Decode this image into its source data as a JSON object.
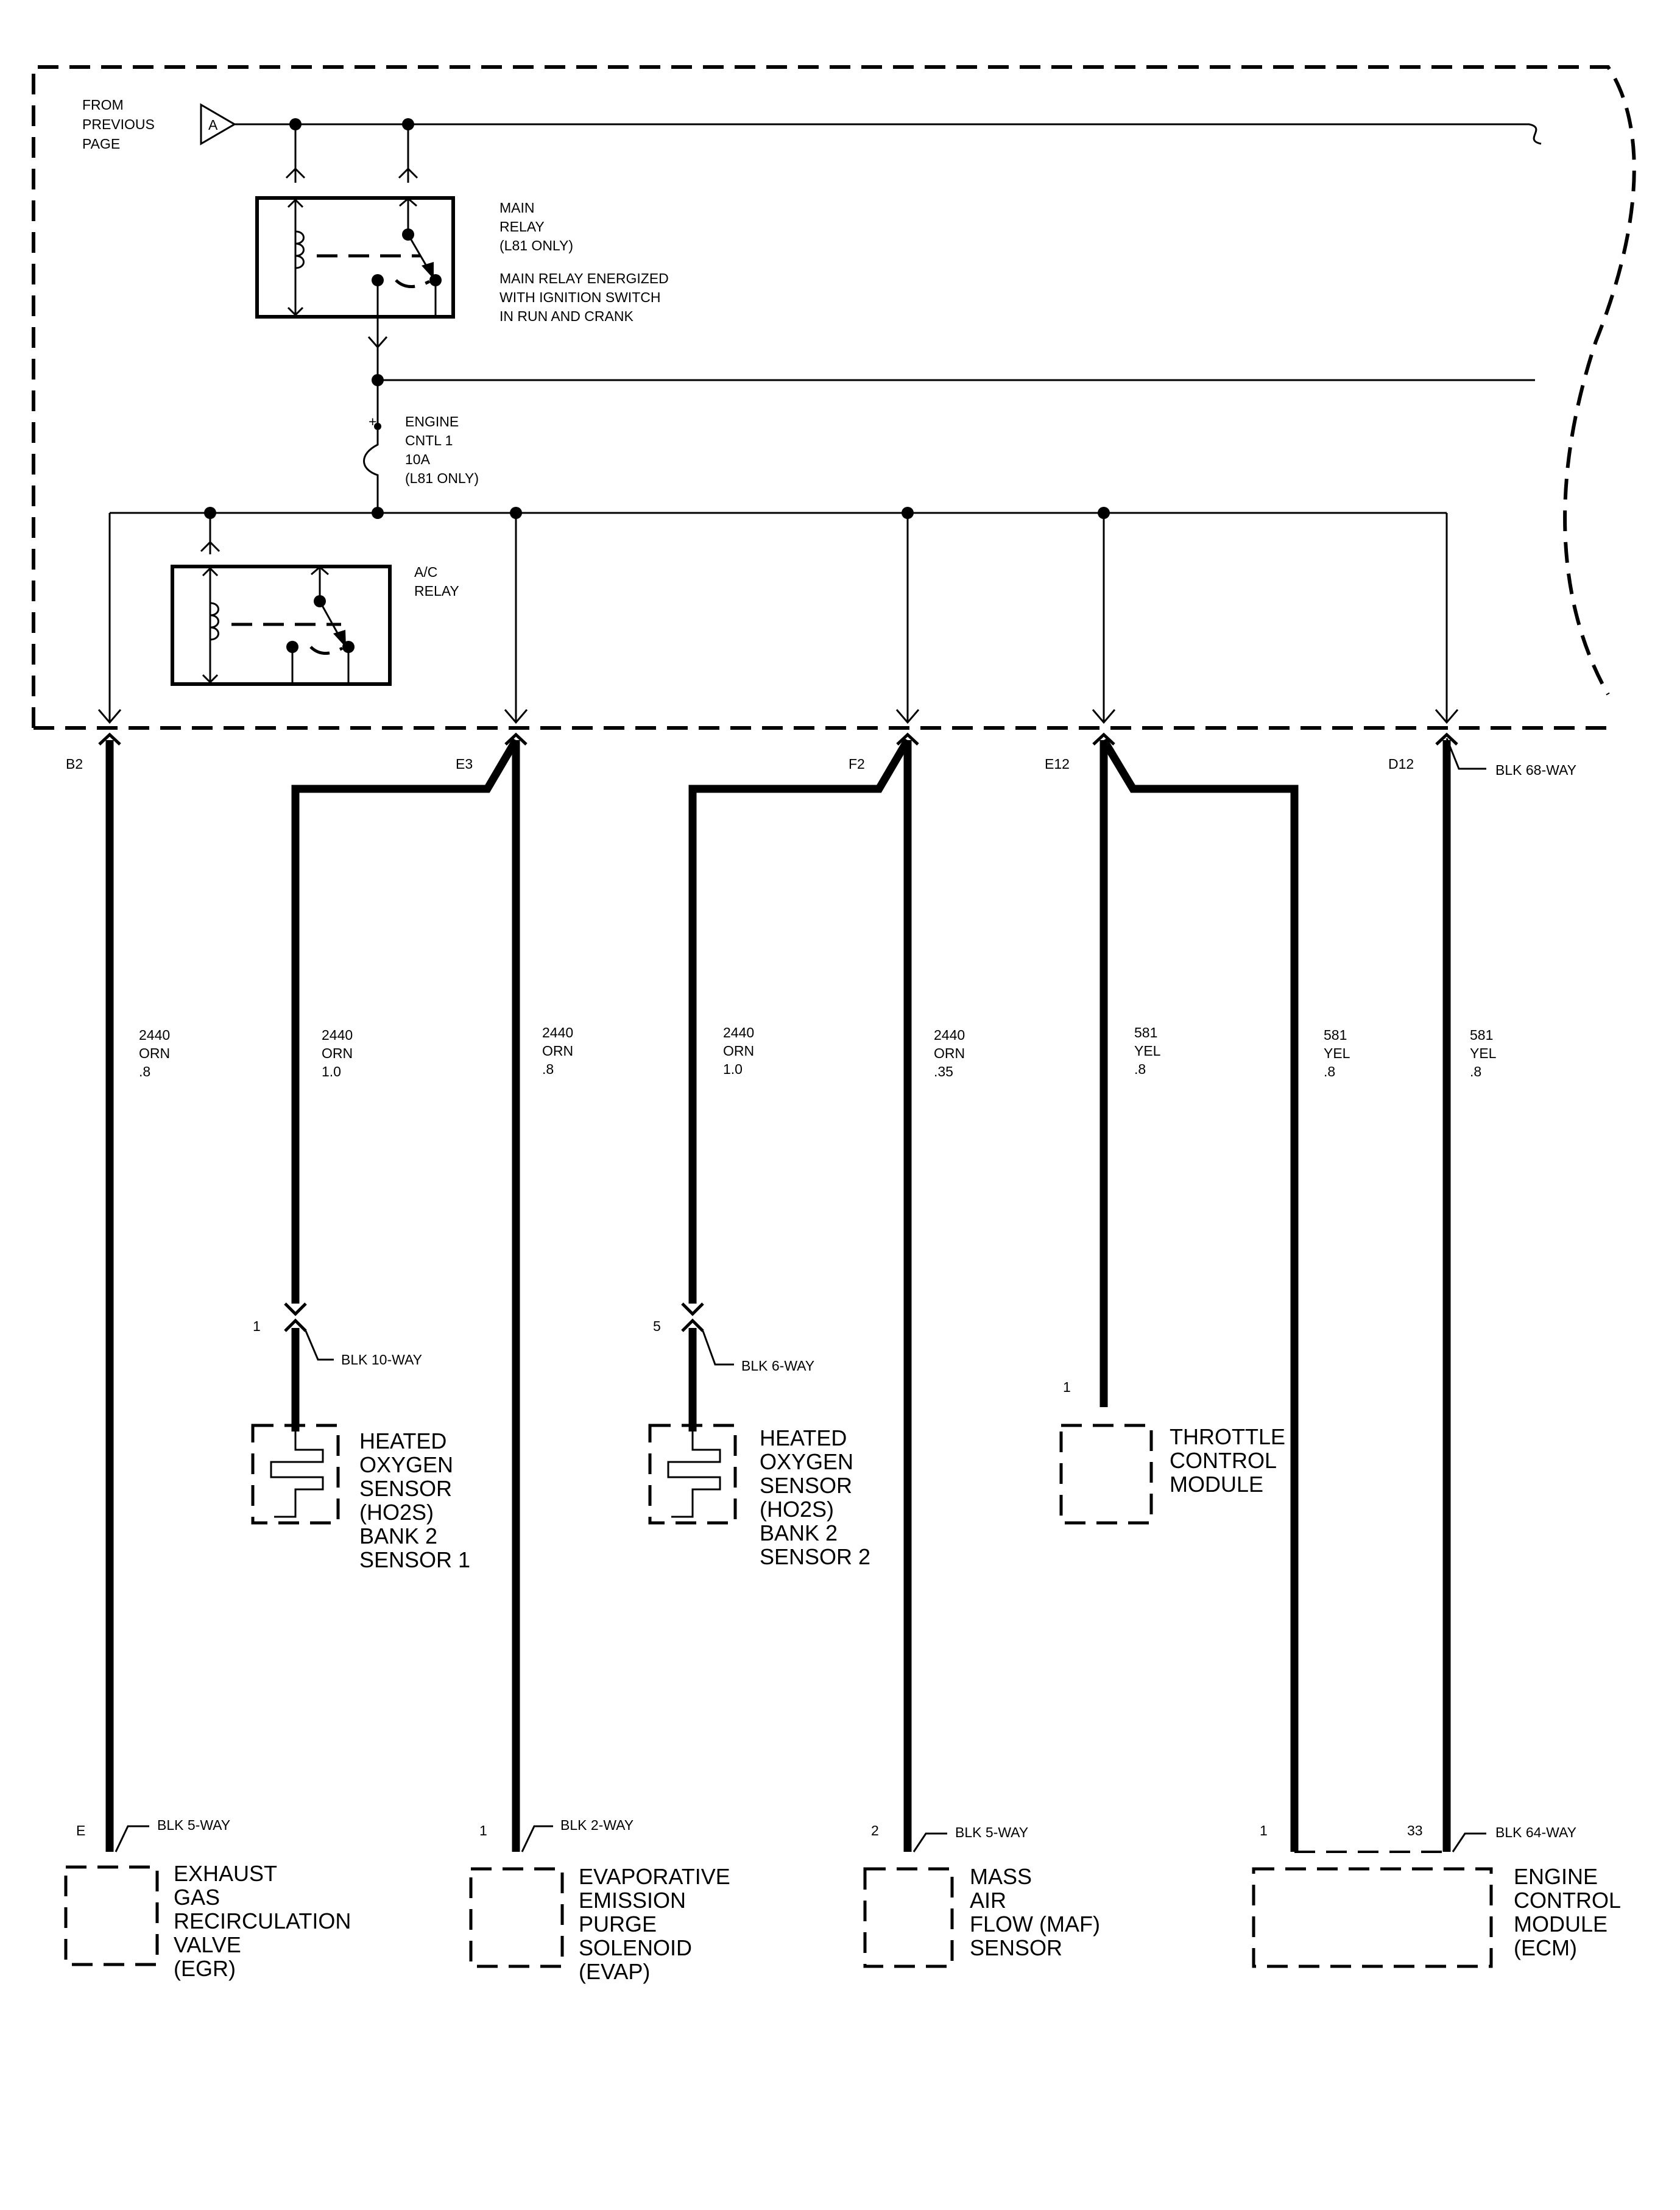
{
  "diagram": {
    "from_prev": [
      "FROM",
      "PREVIOUS",
      "PAGE"
    ],
    "ref_letter": "A",
    "main_relay": {
      "name": [
        "MAIN",
        "RELAY",
        "(L81 ONLY)"
      ],
      "note": [
        "MAIN RELAY ENERGIZED",
        "WITH IGNITION SWITCH",
        "IN RUN AND CRANK"
      ]
    },
    "fuse": {
      "plus": "+",
      "lines": [
        "ENGINE",
        "CNTL 1",
        "10A",
        "(L81 ONLY)"
      ]
    },
    "ac_relay": {
      "name": [
        "A/C",
        "RELAY"
      ]
    },
    "ecm_connector": {
      "pins": [
        "B2",
        "E3",
        "F2",
        "E12",
        "D12"
      ],
      "label": "BLK 68-WAY"
    },
    "wires": [
      {
        "circuit": "2440",
        "color": "ORN",
        "gauge": ".8"
      },
      {
        "circuit": "2440",
        "color": "ORN",
        "gauge": "1.0"
      },
      {
        "circuit": "2440",
        "color": "ORN",
        "gauge": ".8"
      },
      {
        "circuit": "2440",
        "color": "ORN",
        "gauge": "1.0"
      },
      {
        "circuit": "2440",
        "color": "ORN",
        "gauge": ".35"
      },
      {
        "circuit": "581",
        "color": "YEL",
        "gauge": ".8"
      },
      {
        "circuit": "581",
        "color": "YEL",
        "gauge": ".8"
      },
      {
        "circuit": "581",
        "color": "YEL",
        "gauge": ".8"
      }
    ],
    "mid_components": [
      {
        "pin": "1",
        "connector": "BLK 10-WAY",
        "name": [
          "HEATED",
          "OXYGEN",
          "SENSOR",
          "(HO2S)",
          "BANK 2",
          "SENSOR 1"
        ]
      },
      {
        "pin": "5",
        "connector": "BLK 6-WAY",
        "name": [
          "HEATED",
          "OXYGEN",
          "SENSOR",
          "(HO2S)",
          "BANK 2",
          "SENSOR 2"
        ]
      },
      {
        "pin": "1",
        "connector": "",
        "name": [
          "THROTTLE",
          "CONTROL",
          "MODULE"
        ]
      }
    ],
    "bottom_components": [
      {
        "pin": "E",
        "connector": "BLK 5-WAY",
        "name": [
          "EXHAUST",
          "GAS",
          "RECIRCULATION",
          "VALVE",
          "(EGR)"
        ]
      },
      {
        "pin": "1",
        "connector": "BLK  2-WAY",
        "name": [
          "EVAPORATIVE",
          "EMISSION",
          "PURGE",
          "SOLENOID",
          "(EVAP)"
        ]
      },
      {
        "pin": "2",
        "connector": "BLK 5-WAY",
        "name": [
          "MASS",
          "AIR",
          "FLOW (MAF)",
          "SENSOR"
        ]
      },
      {
        "pin": "1",
        "pin2": "33",
        "connector": "BLK 64-WAY",
        "name": [
          "ENGINE",
          "CONTROL",
          "MODULE",
          "(ECM)"
        ]
      }
    ]
  }
}
